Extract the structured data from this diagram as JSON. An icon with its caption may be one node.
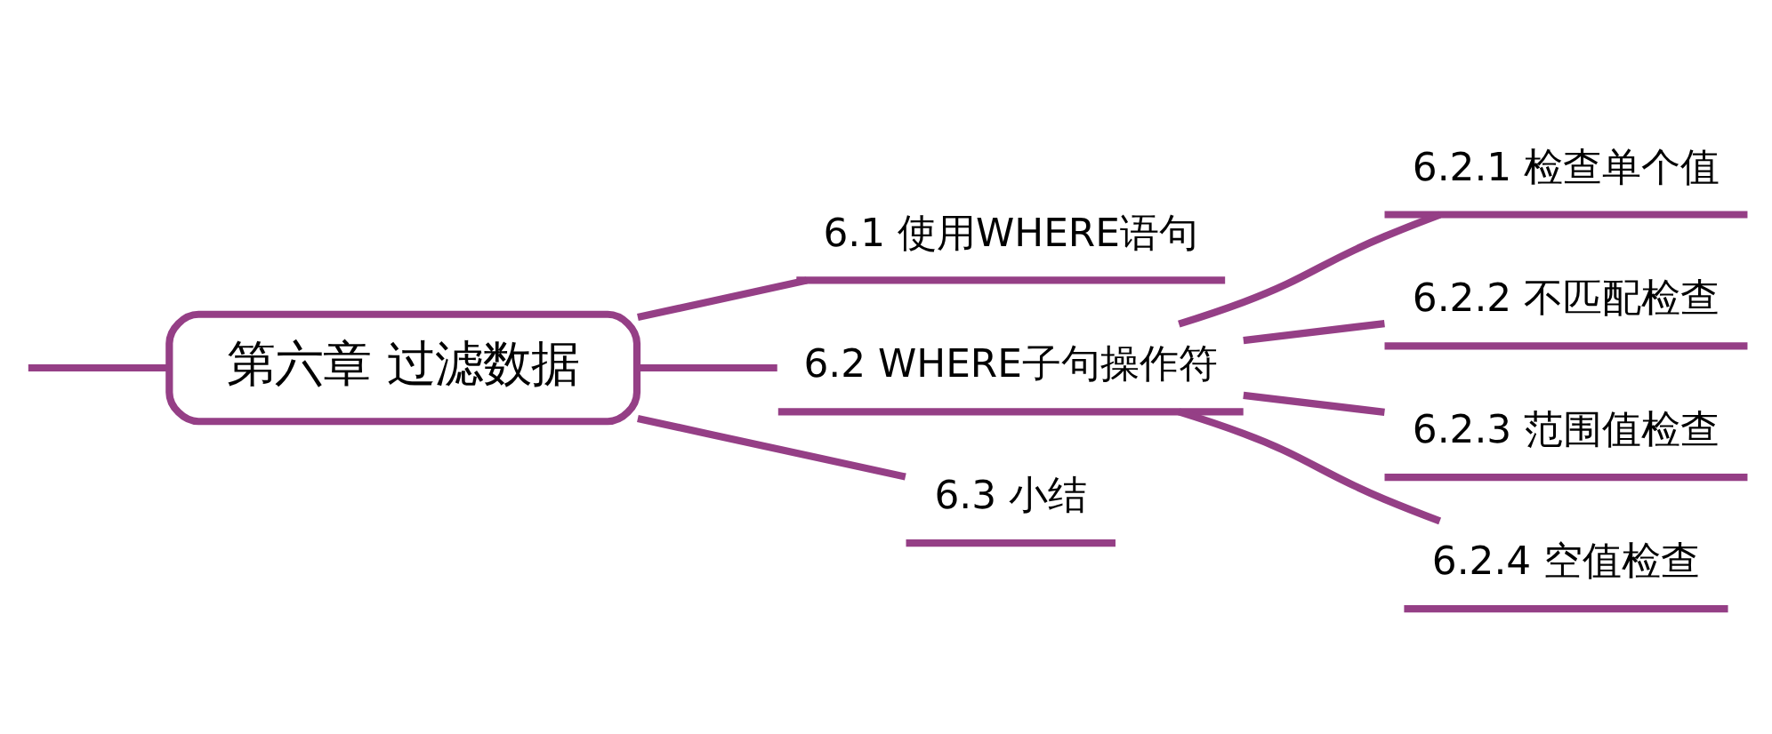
{
  "diagram": {
    "nodes": [
      {
        "text": [
          "第六章 过滤数据"
        ]
      },
      {
        "text": [
          "6.1 使用WHERE语句"
        ]
      },
      {
        "text": [
          "6.2 WHERE子句操作符"
        ]
      },
      {
        "text": [
          "6.2.1 检查单个值"
        ]
      },
      {
        "text": [
          "6.2.2 不匹配检查"
        ]
      },
      {
        "text": [
          "6.2.3 范围值检查"
        ]
      },
      {
        "text": [
          "6.2.4 空值检查"
        ]
      },
      {
        "text": [
          "6.3 小结"
        ]
      }
    ],
    "edges": [
      {
        "from": null,
        "to": 0,
        "arrow": "none"
      },
      {
        "from": 0,
        "to": 1,
        "arrow": "none"
      },
      {
        "from": 0,
        "to": 2,
        "arrow": "none"
      },
      {
        "from": 2,
        "to": 3,
        "arrow": "none"
      },
      {
        "from": 2,
        "to": 4,
        "arrow": "none"
      },
      {
        "from": 2,
        "to": 5,
        "arrow": "none"
      },
      {
        "from": 2,
        "to": 6,
        "arrow": "none"
      },
      {
        "from": 0,
        "to": 7,
        "arrow": "none"
      }
    ]
  }
}
